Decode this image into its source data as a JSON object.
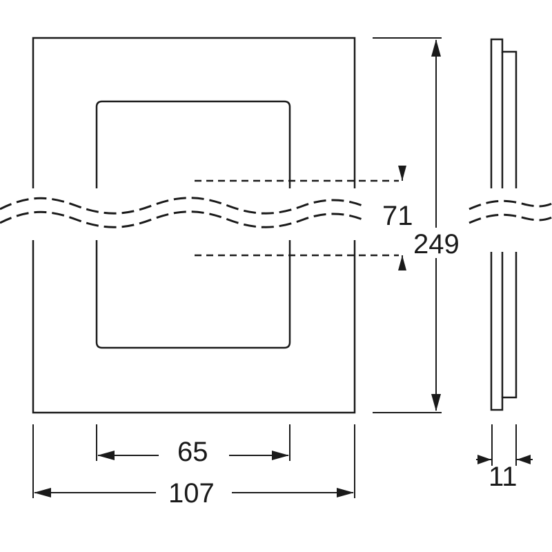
{
  "diagram": {
    "dimensions": {
      "inner_width": "65",
      "outer_width": "107",
      "inner_height": "71",
      "outer_height": "249",
      "depth": "11"
    },
    "line_color": "#1a1a1a",
    "background": "#ffffff"
  }
}
